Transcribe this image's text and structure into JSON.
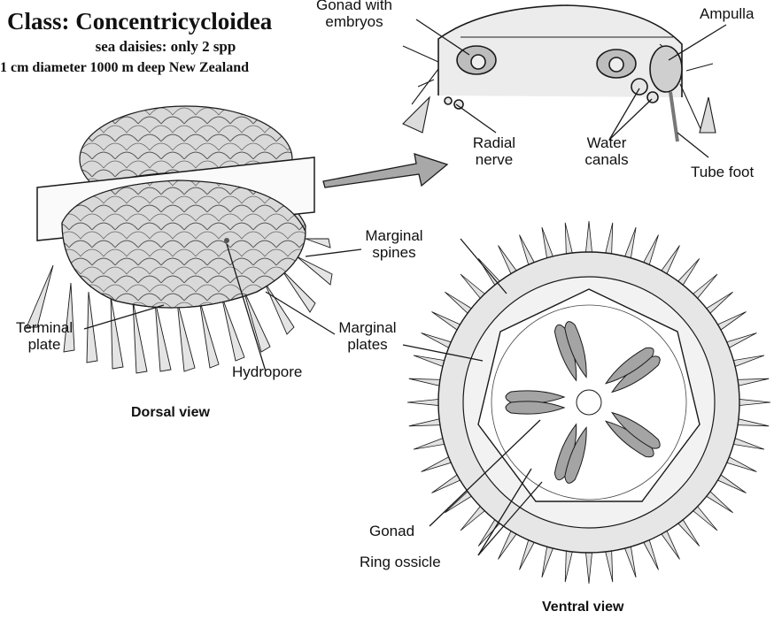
{
  "header": {
    "title": "Class: Concentricycloidea",
    "subtitle": "sea daisies: only 2 spp",
    "note": "1 cm diameter 1000 m deep New Zealand"
  },
  "labels": {
    "gonad_with_embryos": [
      "Gonad with",
      "embryos"
    ],
    "ampulla": "Ampulla",
    "radial_nerve": [
      "Radial",
      "nerve"
    ],
    "water_canals": [
      "Water",
      "canals"
    ],
    "tube_foot": "Tube foot",
    "marginal_spines": [
      "Marginal",
      "spines"
    ],
    "terminal_plate": [
      "Terminal",
      "plate"
    ],
    "marginal_plates": [
      "Marginal",
      "plates"
    ],
    "hydropore": "Hydropore",
    "dorsal_view": "Dorsal view",
    "gonad": "Gonad",
    "ring_ossicle": "Ring ossicle",
    "ventral_view": "Ventral view"
  },
  "colors": {
    "ink": "#1a1a1a",
    "body_fill": "#d6d6d6",
    "gonad_fill": "#9a9a9a",
    "arrow_fill": "#a8a8a8"
  }
}
